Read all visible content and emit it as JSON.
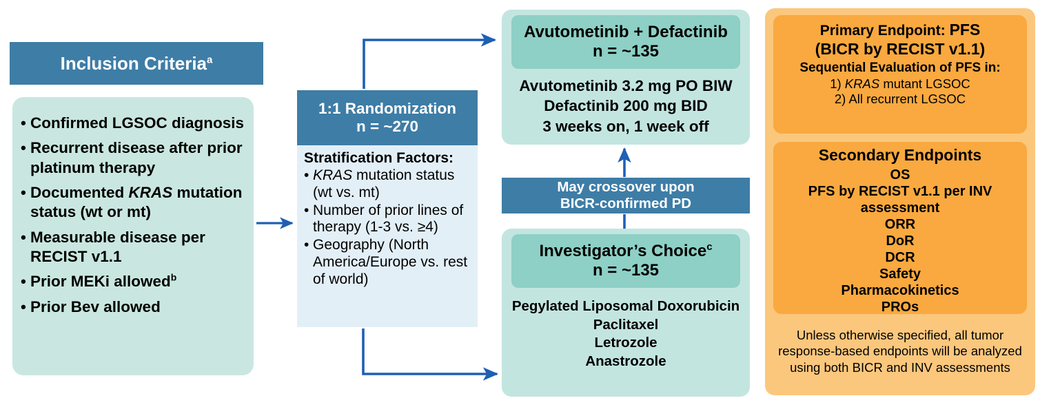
{
  "colors": {
    "header_blue": "#3E7DA6",
    "arrow_blue": "#1F5FB4",
    "green_outer": "#C3E5E0",
    "green_inner": "#8ED0C5",
    "criteria_green": "#C9E7E0",
    "light_blue": "#E3EFF7",
    "orange_outer": "#FBC77D",
    "orange_inner": "#F9A93F"
  },
  "inclusion": {
    "header": "Inclusion Criteria",
    "header_sup": "a",
    "bullet": "•",
    "items": [
      {
        "text": "Confirmed LGSOC diagnosis"
      },
      {
        "text": "Recurrent disease after prior platinum therapy"
      },
      {
        "pre": "Documented ",
        "italic": "KRAS",
        "post": " mutation status (wt or mt)"
      },
      {
        "text": "Measurable disease per RECIST v1.1"
      },
      {
        "text": "Prior MEKi allowed",
        "sup": "b"
      },
      {
        "text": "Prior Bev allowed"
      }
    ]
  },
  "randomization": {
    "header_line1": "1:1 Randomization",
    "header_line2": "n = ~270",
    "strat_title": "Stratification Factors:",
    "bullet": "•",
    "strat_items": [
      {
        "italic": "KRAS",
        "post": " mutation status (wt vs. mt)"
      },
      {
        "text": "Number of prior lines of therapy (1-3 vs. ≥4)"
      },
      {
        "text": "Geography (North America/Europe vs. rest of world)"
      }
    ]
  },
  "arm1": {
    "title": "Avutometinib + Defactinib",
    "n": "n = ~135",
    "detail_lines": [
      "Avutometinib 3.2 mg PO BIW",
      "Defactinib 200 mg BID",
      "3 weeks on, 1 week off"
    ]
  },
  "crossover": {
    "line1": "May crossover upon",
    "line2": "BICR-confirmed PD"
  },
  "arm2": {
    "title": "Investigator’s Choice",
    "title_sup": "c",
    "n": "n = ~135",
    "detail_lines": [
      "Pegylated Liposomal Doxorubicin",
      "Paclitaxel",
      "Letrozole",
      "Anastrozole"
    ]
  },
  "endpoints": {
    "primary": {
      "label": "Primary Endpoint: ",
      "label_strong": "PFS",
      "line2": "(BICR by RECIST v1.1)",
      "sub": "Sequential Evaluation of PFS in:",
      "items": [
        {
          "num": "1) ",
          "italic": "KRAS",
          "post": " mutant LGSOC"
        },
        {
          "text": "2) All recurrent LGSOC"
        }
      ]
    },
    "secondary": {
      "title": "Secondary Endpoints",
      "items": [
        "OS",
        "PFS by RECIST v1.1 per INV assessment",
        "ORR",
        "DoR",
        "DCR",
        "Safety",
        "Pharmacokinetics",
        "PROs"
      ]
    },
    "note": "Unless otherwise specified, all tumor response-based endpoints will be analyzed using both BICR and INV assessments"
  }
}
